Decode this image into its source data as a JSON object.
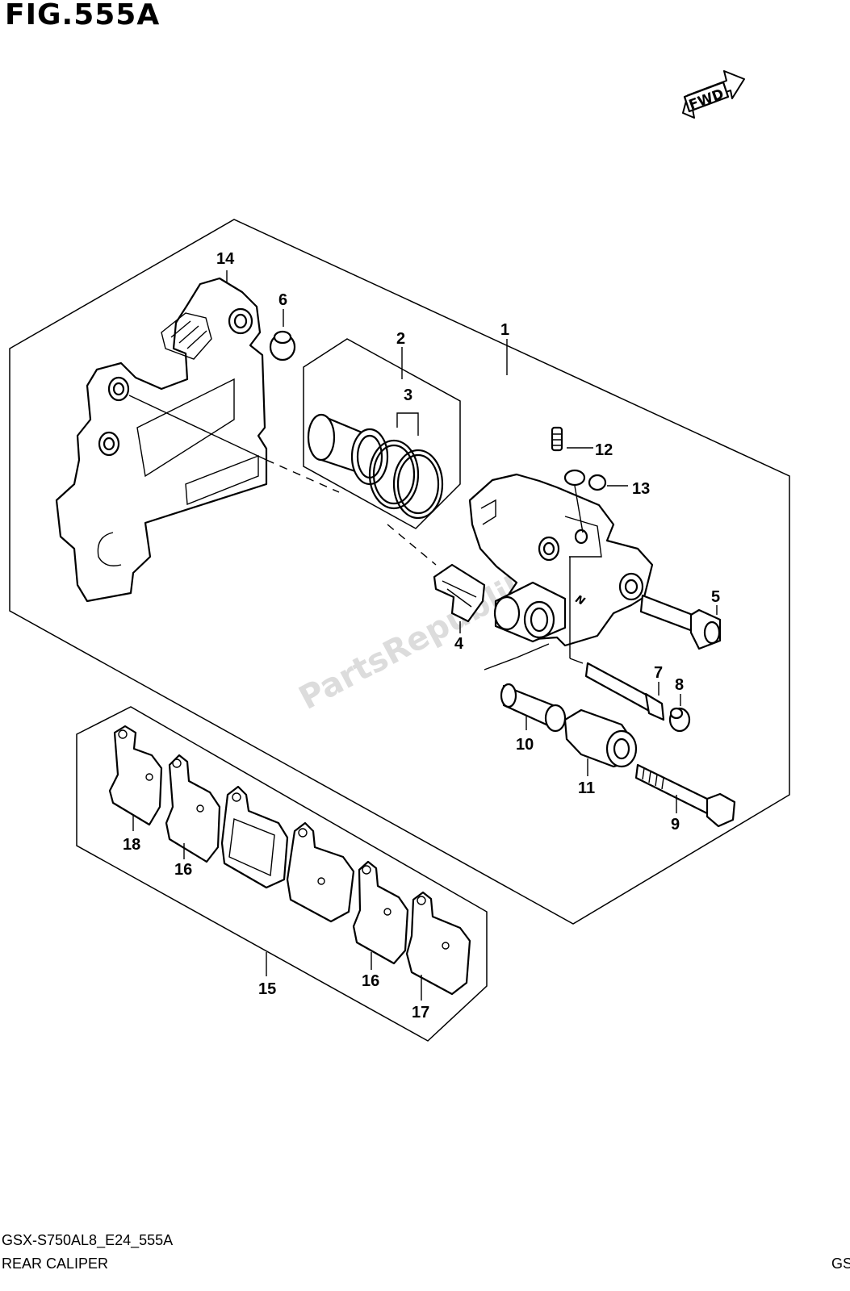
{
  "figure": {
    "title": "FIG.555A",
    "code": "GSX-S750AL8_E24_555A",
    "name": "REAR CALIPER",
    "corner_text": "GS"
  },
  "direction": {
    "label": "FWD"
  },
  "watermark": "PartsRepublik",
  "callouts": [
    {
      "id": "1",
      "label": "1"
    },
    {
      "id": "2",
      "label": "2"
    },
    {
      "id": "3",
      "label": "3"
    },
    {
      "id": "4",
      "label": "4"
    },
    {
      "id": "5",
      "label": "5"
    },
    {
      "id": "6",
      "label": "6"
    },
    {
      "id": "7",
      "label": "7"
    },
    {
      "id": "8",
      "label": "8"
    },
    {
      "id": "9",
      "label": "9"
    },
    {
      "id": "10",
      "label": "10"
    },
    {
      "id": "11",
      "label": "11"
    },
    {
      "id": "12",
      "label": "12"
    },
    {
      "id": "13",
      "label": "13"
    },
    {
      "id": "14",
      "label": "14"
    },
    {
      "id": "15",
      "label": "15"
    },
    {
      "id": "16a",
      "label": "16"
    },
    {
      "id": "16b",
      "label": "16"
    },
    {
      "id": "17",
      "label": "17"
    },
    {
      "id": "18",
      "label": "18"
    }
  ]
}
